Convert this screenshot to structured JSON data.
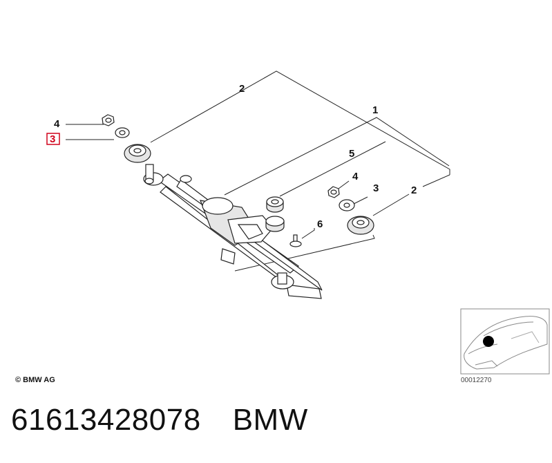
{
  "callouts": {
    "c1": "1",
    "c2_top": "2",
    "c2_right": "2",
    "c3_left": "3",
    "c3_right": "3",
    "c4_left": "4",
    "c4_right": "4",
    "c5": "5",
    "c6": "6"
  },
  "highlighted_callout": "3",
  "highlight_color": "#d0021b",
  "copyright": "© BMW AG",
  "image_number": "00012270",
  "footer": {
    "part_number": "61613428078",
    "brand": "BMW"
  }
}
